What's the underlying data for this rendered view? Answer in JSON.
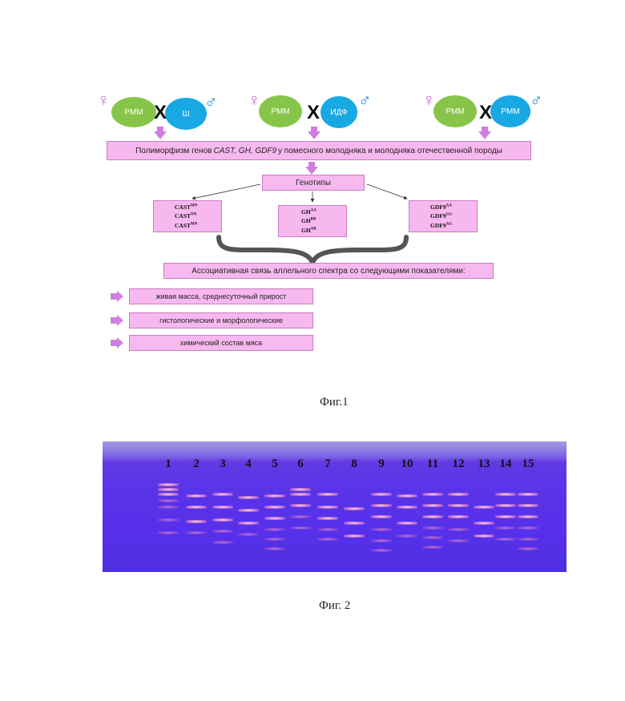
{
  "figure1": {
    "crosses": [
      {
        "female_label": "РММ",
        "male_label": "Ш"
      },
      {
        "female_label": "РММ",
        "male_label": "ИДФ"
      },
      {
        "female_label": "РММ",
        "male_label": "РММ"
      }
    ],
    "female_symbol": "♀",
    "male_symbol": "♂",
    "cross_symbol": "Х",
    "polymorphism_prefix": "Полиморфизм генов ",
    "polymorphism_genes": "CAST, GH, GDF9",
    "polymorphism_suffix": " у помесного молодняка и молодняка отечественной породы",
    "genotypes_title": "Генотипы",
    "genotype_groups": [
      {
        "gene": "CAST",
        "items": [
          {
            "gene": "CAST",
            "allele": "MN"
          },
          {
            "gene": "CAST",
            "allele": "NN"
          },
          {
            "gene": "CAST",
            "allele": "MN"
          }
        ]
      },
      {
        "gene": "GH",
        "items": [
          {
            "gene": "GH",
            "allele": "AA"
          },
          {
            "gene": "GH",
            "allele": "BB"
          },
          {
            "gene": "GH",
            "allele": "AB"
          }
        ]
      },
      {
        "gene": "GDF9",
        "items": [
          {
            "gene": "GDF9",
            "allele": "AA"
          },
          {
            "gene": "GDF9",
            "allele": "GG"
          },
          {
            "gene": "GDF9",
            "allele": "AG"
          }
        ]
      }
    ],
    "association_text": "Ассоциативная связь аллельного спектра со следующими показателями:",
    "indicators": [
      "живая масса, среднесуточный прирост",
      "гистологические и морфологические",
      "химический состав мяса"
    ],
    "caption": "Фиг.1",
    "colors": {
      "green_oval": "#86c549",
      "blue_oval": "#18a8e4",
      "pink_box": "#f7b8ef",
      "arrow": "#d07fe0"
    }
  },
  "figure2": {
    "lane_numbers": [
      "1",
      "2",
      "3",
      "4",
      "5",
      "6",
      "7",
      "8",
      "9",
      "10",
      "11",
      "12",
      "13",
      "14",
      "15"
    ],
    "caption": "Фиг. 2",
    "colors": {
      "gel": "#5630ea",
      "band": "#f3b4dc"
    }
  }
}
